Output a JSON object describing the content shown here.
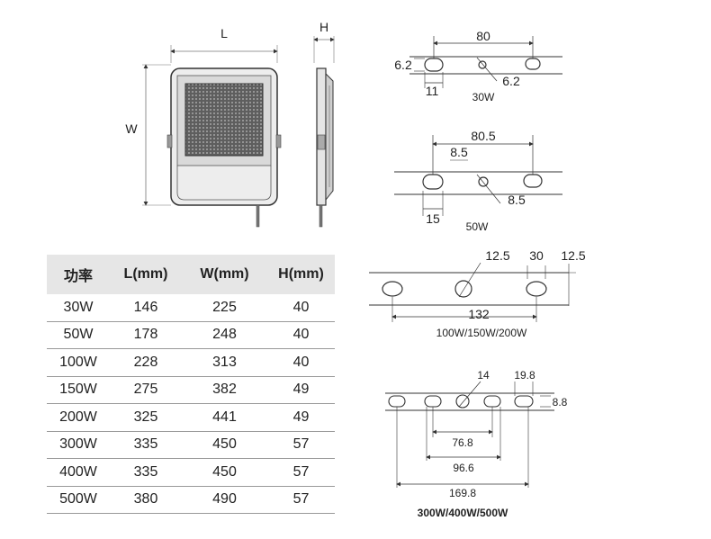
{
  "front_view": {
    "label_l": "L",
    "label_w": "W"
  },
  "side_view": {
    "label_h": "H"
  },
  "table": {
    "headers": [
      "功率",
      "L(mm)",
      "W(mm)",
      "H(mm)"
    ],
    "rows": [
      [
        "30W",
        "146",
        "225",
        "40"
      ],
      [
        "50W",
        "178",
        "248",
        "40"
      ],
      [
        "100W",
        "228",
        "313",
        "40"
      ],
      [
        "150W",
        "275",
        "382",
        "49"
      ],
      [
        "200W",
        "325",
        "441",
        "49"
      ],
      [
        "300W",
        "335",
        "450",
        "57"
      ],
      [
        "400W",
        "335",
        "450",
        "57"
      ],
      [
        "500W",
        "380",
        "490",
        "57"
      ]
    ]
  },
  "bracket_30w": {
    "dim_80": "80",
    "dim_6_2_left": "6.2",
    "dim_6_2_hole": "6.2",
    "dim_11": "11",
    "caption": "30W"
  },
  "bracket_50w": {
    "dim_80_5": "80.5",
    "dim_8_5_top": "8.5",
    "dim_8_5_hole": "8.5",
    "dim_15": "15",
    "caption": "50W"
  },
  "bracket_100w": {
    "dim_12_5_left": "12.5",
    "dim_30": "30",
    "dim_12_5_right": "12.5",
    "dim_132": "132",
    "caption": "100W/150W/200W"
  },
  "bracket_300w": {
    "dim_14": "14",
    "dim_19_8": "19.8",
    "dim_8_8": "8.8",
    "dim_76_8": "76.8",
    "dim_96_6": "96.6",
    "dim_169_8": "169.8",
    "caption": "300W/400W/500W"
  }
}
